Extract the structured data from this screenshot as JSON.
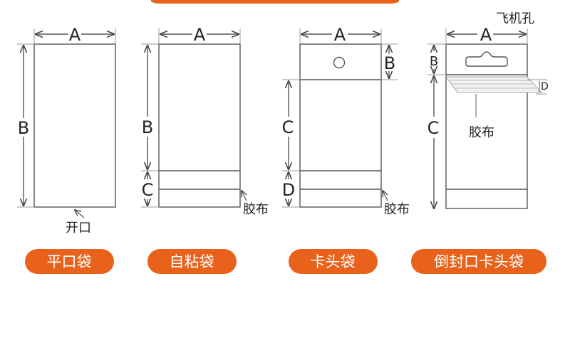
{
  "labels": {
    "a": "A",
    "b": "B",
    "c": "C",
    "d": "D",
    "opening": "开口",
    "tape": "胶布",
    "hang_hole": "飞机孔"
  },
  "bag_types": [
    "平口袋",
    "自粘袋",
    "卡头袋",
    "倒封口卡头袋"
  ],
  "colors": {
    "accent": "#e8621c",
    "line": "#555555"
  }
}
